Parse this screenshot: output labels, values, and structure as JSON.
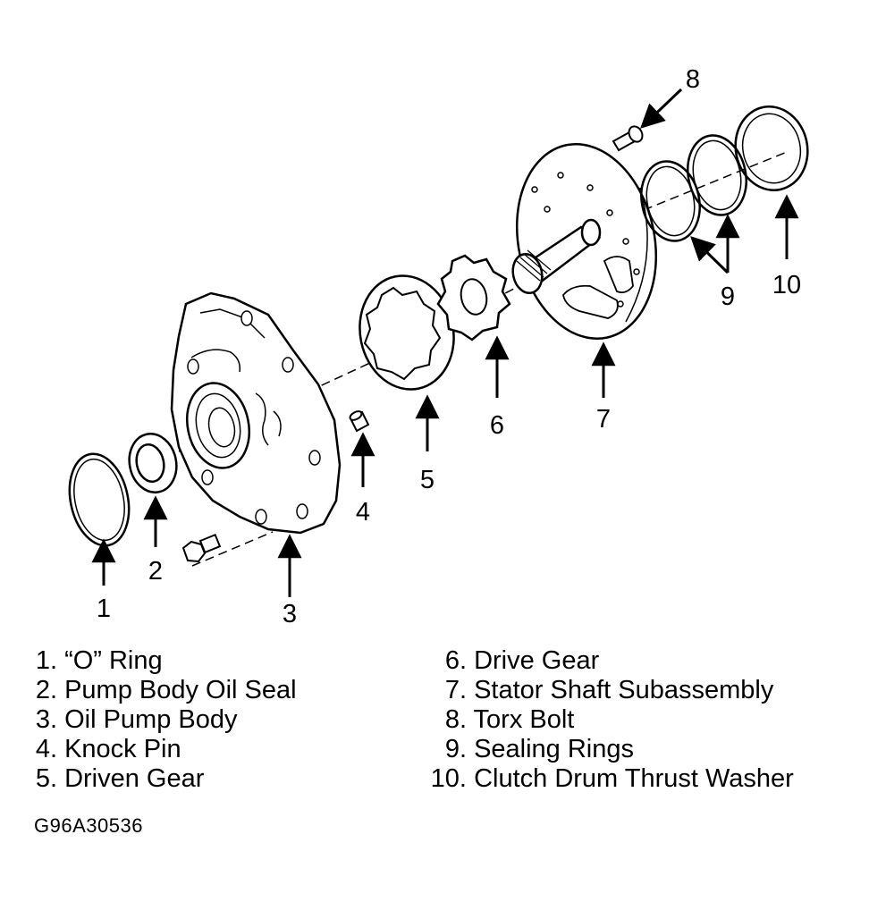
{
  "callouts": [
    "1",
    "2",
    "3",
    "4",
    "5",
    "6",
    "7",
    "8",
    "9",
    "10"
  ],
  "legend_left": [
    {
      "num": "1.",
      "label": "“O” Ring"
    },
    {
      "num": "2.",
      "label": "Pump Body Oil Seal"
    },
    {
      "num": "3.",
      "label": "Oil Pump Body"
    },
    {
      "num": "4.",
      "label": "Knock Pin"
    },
    {
      "num": "5.",
      "label": "Driven Gear"
    }
  ],
  "legend_right": [
    {
      "num": "6.",
      "label": "Drive Gear"
    },
    {
      "num": "7.",
      "label": "Stator Shaft Subassembly"
    },
    {
      "num": "8.",
      "label": "Torx Bolt"
    },
    {
      "num": "9.",
      "label": "Sealing Rings"
    },
    {
      "num": "10.",
      "label": "Clutch Drum Thrust Washer"
    }
  ],
  "figure_id": "G96A30536"
}
